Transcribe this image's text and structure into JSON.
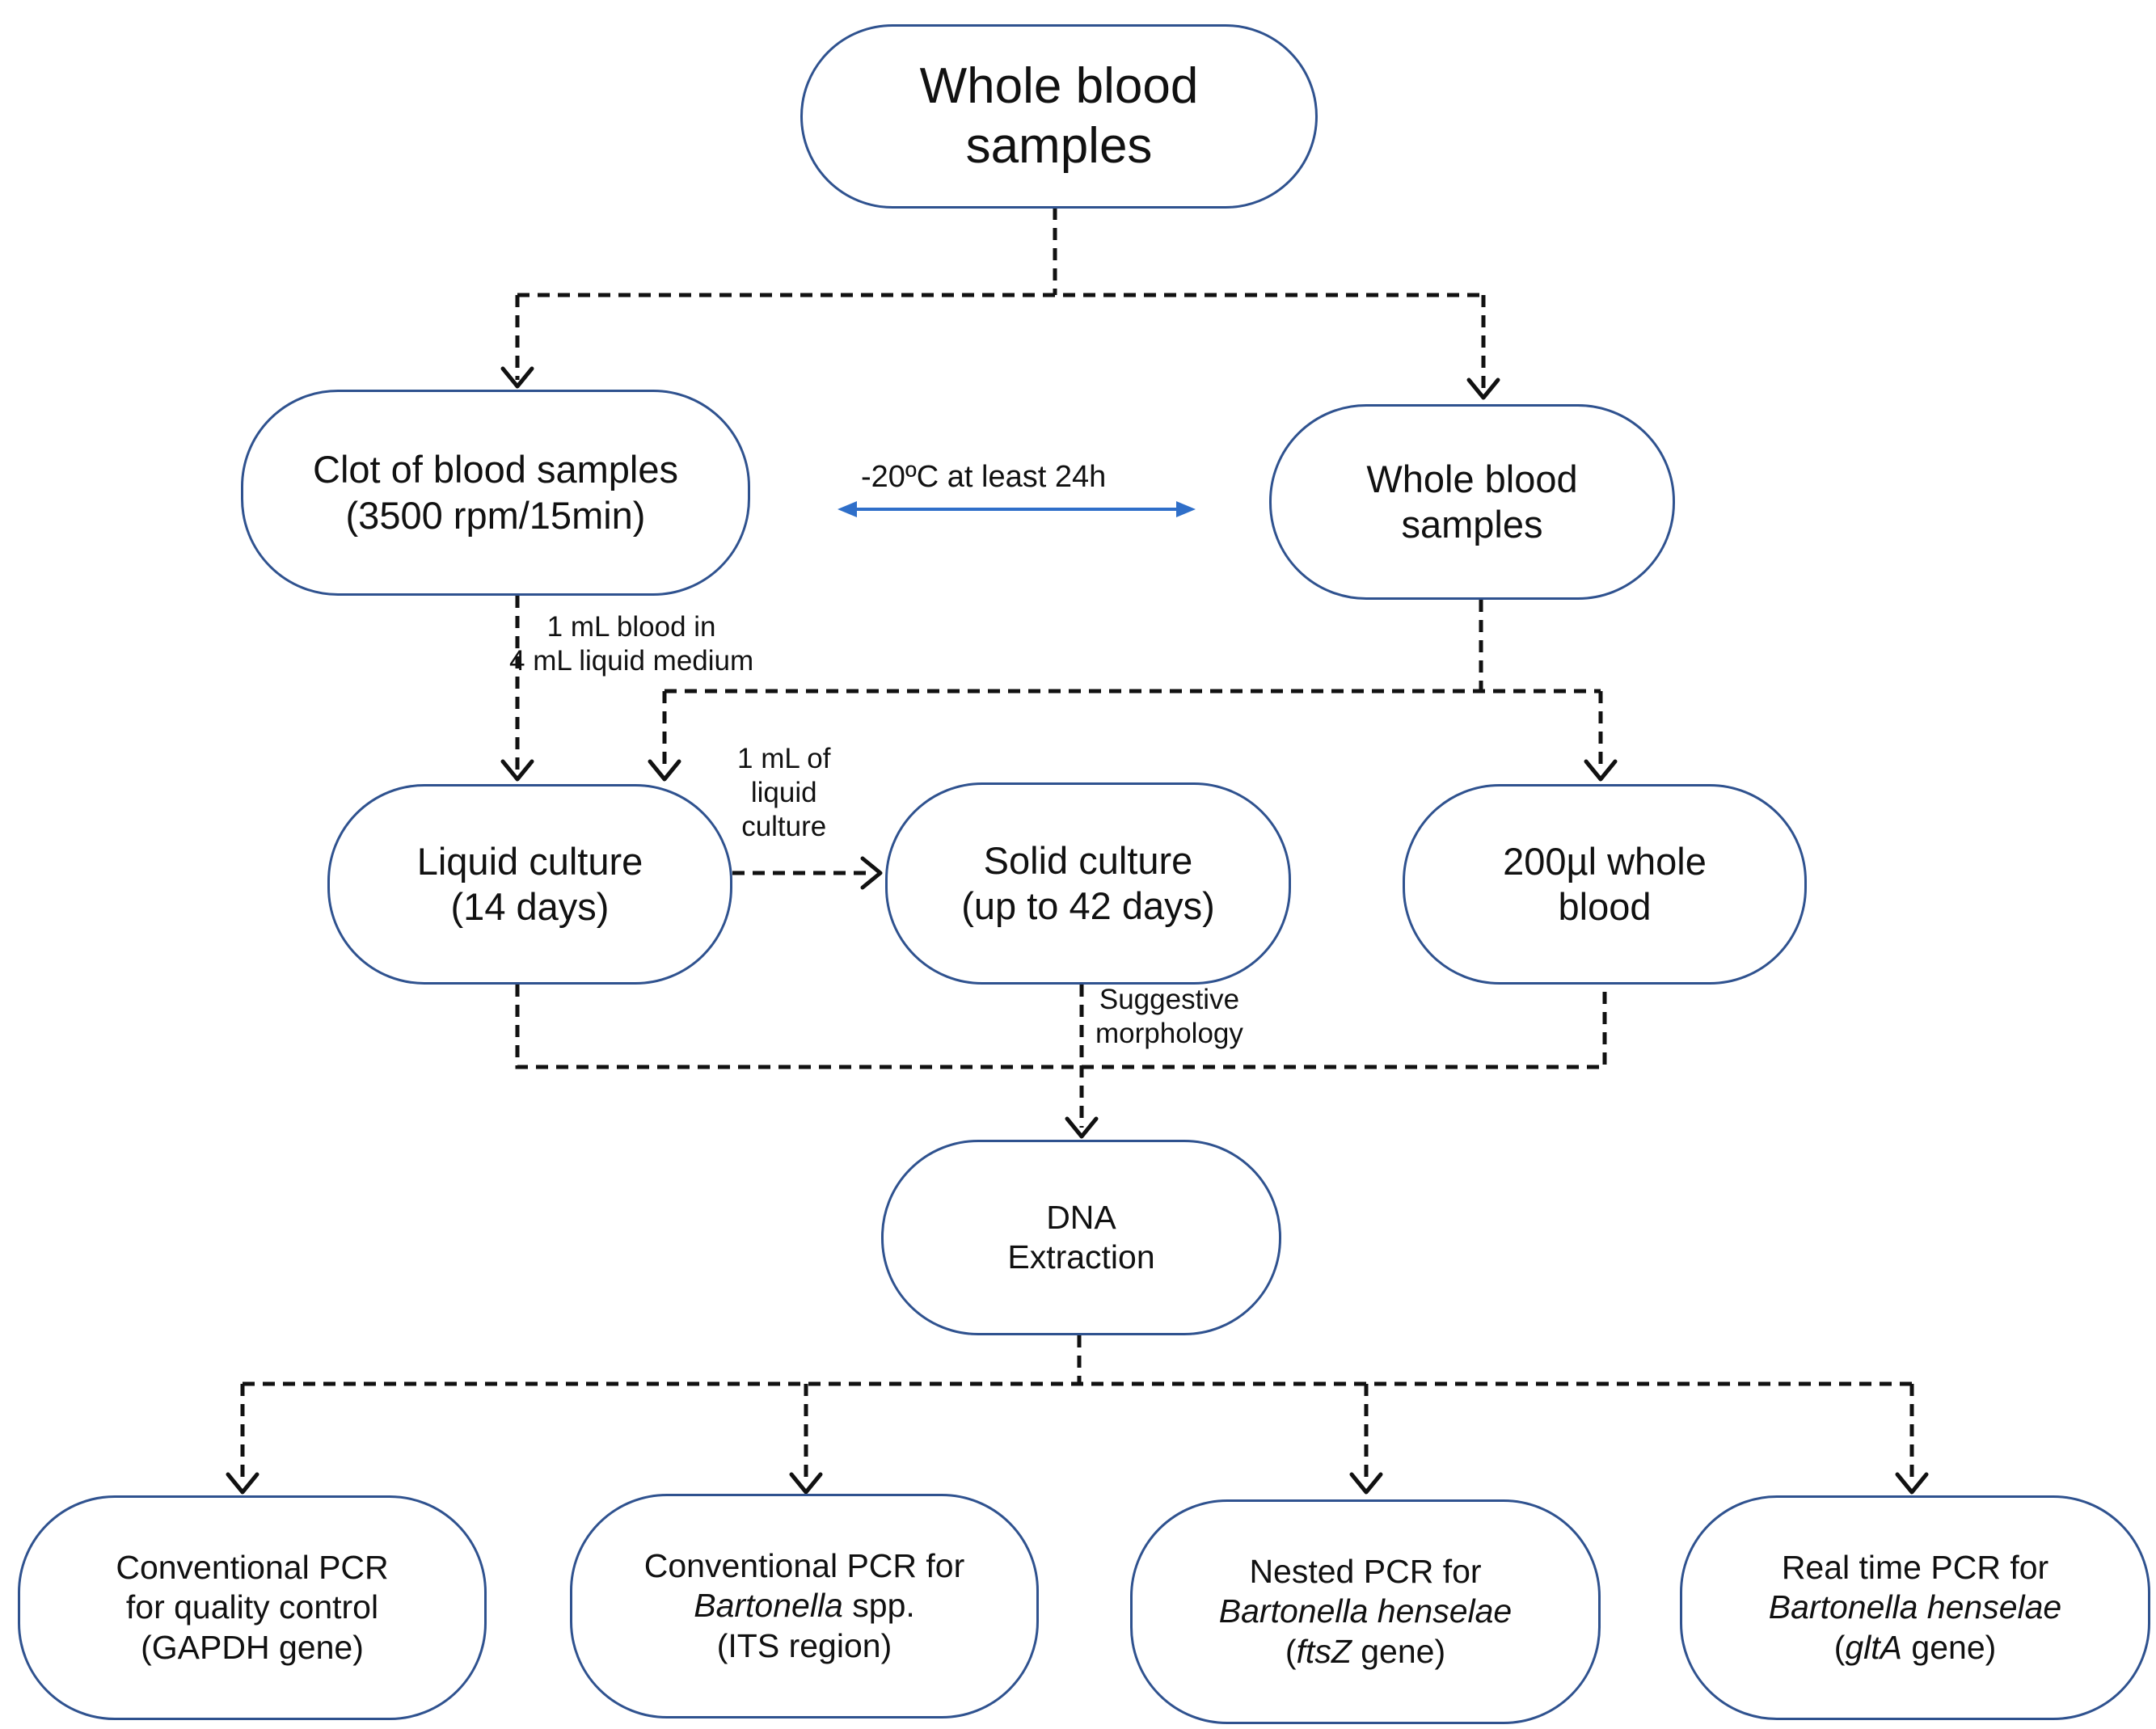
{
  "nodes": {
    "whole_blood_top": {
      "lines": [
        "Whole blood",
        "samples"
      ]
    },
    "clot": {
      "lines": [
        "Clot of blood samples",
        "(3500 rpm/15min)"
      ]
    },
    "whole_blood_right": {
      "lines": [
        "Whole blood",
        "samples"
      ]
    },
    "liquid_culture": {
      "lines": [
        "Liquid culture",
        "(14 days)"
      ]
    },
    "solid_culture": {
      "lines": [
        "Solid culture",
        "(up to 42 days)"
      ]
    },
    "whole_blood_200": {
      "lines": [
        "200µl whole",
        "blood"
      ]
    },
    "dna_extraction": {
      "lines": [
        "DNA",
        "Extraction"
      ]
    },
    "pcr_gapdh": {
      "lines": [
        "Conventional PCR",
        "for quality control",
        "(GAPDH gene)"
      ]
    },
    "pcr_its": {
      "lines": [
        "Conventional PCR for",
        "Bartonella spp.",
        "(ITS region)"
      ]
    },
    "pcr_ftsz": {
      "lines": [
        "Nested PCR for",
        "Bartonella henselae",
        "(ftsZ gene)"
      ]
    },
    "pcr_glta": {
      "lines": [
        "Real time PCR for",
        "Bartonella henselae",
        "(gltA gene)"
      ]
    }
  },
  "labels": {
    "storage": "-20ºC at least 24h",
    "inoculum": [
      "1 mL blood in",
      "4 mL liquid medium"
    ],
    "subculture": [
      "1 mL of",
      "liquid",
      "culture"
    ],
    "morphology": [
      "Suggestive",
      "morphology"
    ]
  },
  "colors": {
    "node_border": "#2F528F",
    "arrow": "#111111",
    "storage_arrow": "#2F6FC9"
  }
}
